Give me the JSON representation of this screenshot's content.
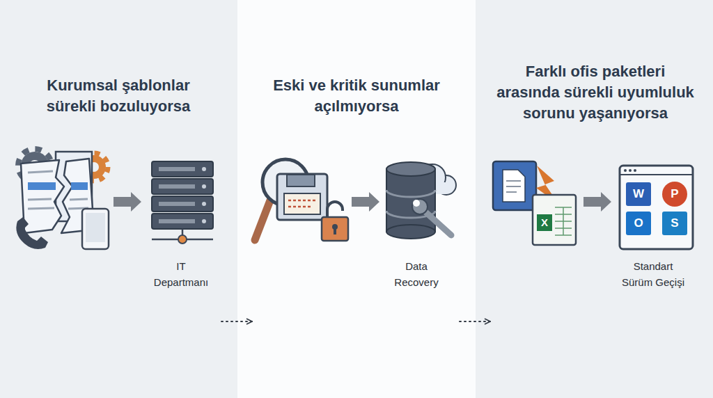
{
  "diagram": {
    "nodes": [
      {
        "text": [
          "Kurumsal şablonlar sürekli bozuluyorsa"
        ]
      },
      {
        "text": [
          "IT Departmanı"
        ],
        "in": 0
      },
      {
        "text": [
          "Eski ve kritik sunumlar açılmıyorsa"
        ]
      },
      {
        "text": [
          "Data Recovery"
        ],
        "in": 2
      },
      {
        "text": [
          "Farklı ofis paketleri arasında sürekli uyumluluk sorunu yaşanıyorsa"
        ]
      },
      {
        "text": [
          "Standart Sürüm Geçişi"
        ],
        "in": 4
      }
    ],
    "edges": [
      {
        "from": 0,
        "to": 2,
        "arrow": "to"
      },
      {
        "from": 2,
        "to": 4,
        "arrow": "to"
      }
    ],
    "labels": [
      "X",
      "W",
      "P",
      "O",
      "S"
    ]
  }
}
